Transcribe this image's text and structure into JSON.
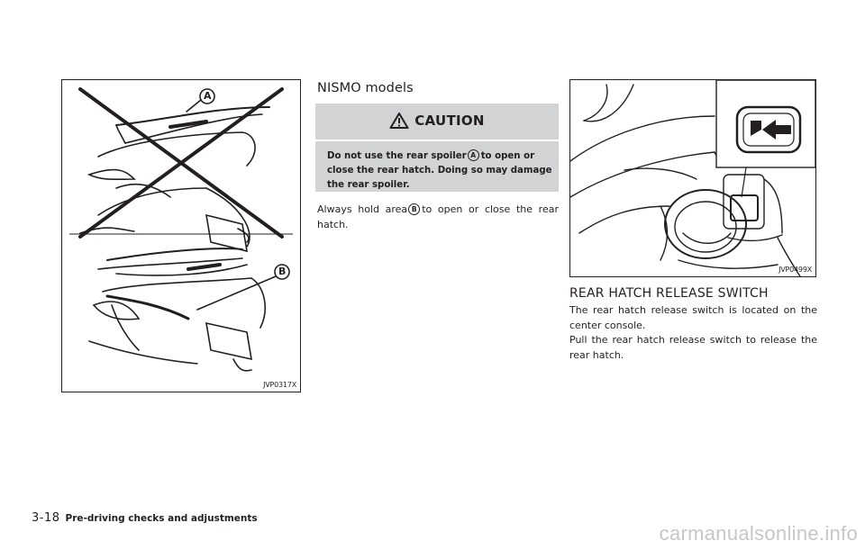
{
  "left_figure": {
    "callout_a": "A",
    "callout_b": "B",
    "code": "JVP0317X"
  },
  "right_figure": {
    "code": "JVP0499X"
  },
  "nismo": {
    "heading": "NISMO models",
    "caution": {
      "title": "CAUTION",
      "text_before": "Do not use the rear spoiler",
      "marker": "A",
      "text_after": "to open or close the rear hatch. Doing so may damage the rear spoiler."
    },
    "hold": {
      "text_before": "Always hold area",
      "marker": "B",
      "text_after": "to open or close the rear hatch."
    }
  },
  "rear_hatch": {
    "heading": "REAR HATCH RELEASE SWITCH",
    "para1": "The rear hatch release switch is located on the center console.",
    "para2": "Pull the rear hatch release switch to release the rear hatch."
  },
  "footer": {
    "page": "3-18",
    "section": "Pre-driving checks and adjustments"
  },
  "watermark": "carmanualsonline.info"
}
